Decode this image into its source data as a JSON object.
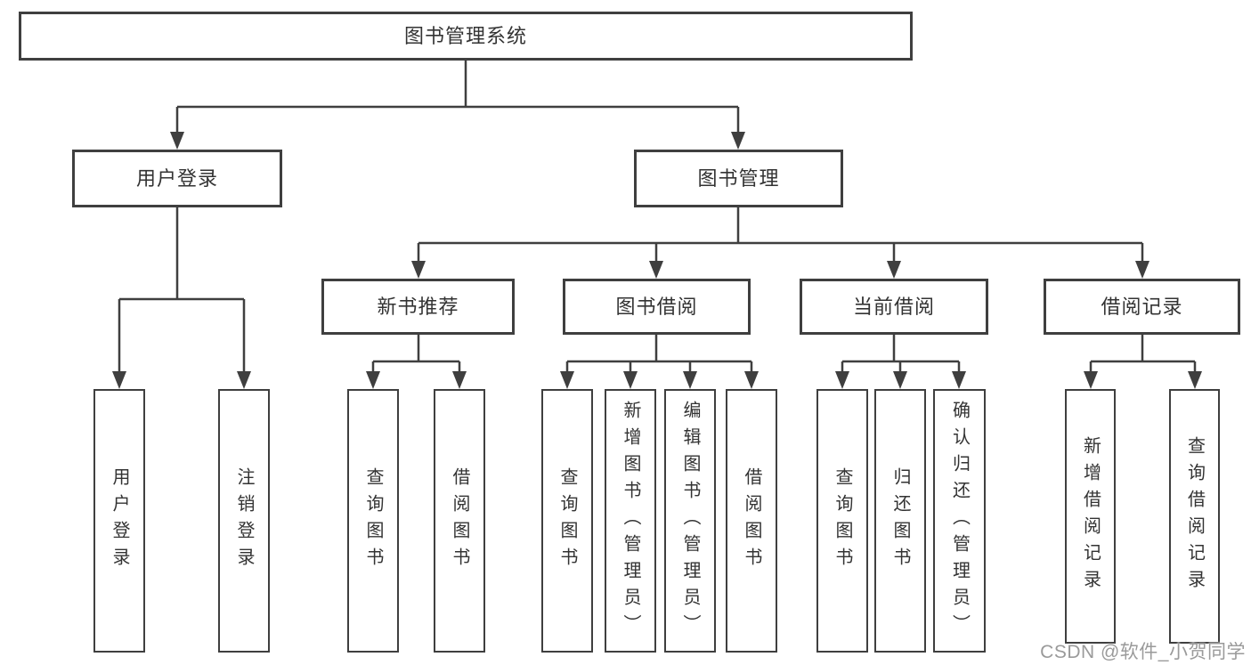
{
  "diagram": {
    "root": {
      "label": "图书管理系统"
    },
    "branches": [
      {
        "label": "用户登录",
        "children": [
          {
            "label": "用户登录"
          },
          {
            "label": "注销登录"
          }
        ]
      },
      {
        "label": "图书管理",
        "children": [
          {
            "label": "新书推荐",
            "children": [
              {
                "label": "查询图书"
              },
              {
                "label": "借阅图书"
              }
            ]
          },
          {
            "label": "图书借阅",
            "children": [
              {
                "label": "查询图书"
              },
              {
                "label": "新增图书（管理员）"
              },
              {
                "label": "编辑图书（管理员）"
              },
              {
                "label": "借阅图书"
              }
            ]
          },
          {
            "label": "当前借阅",
            "children": [
              {
                "label": "查询图书"
              },
              {
                "label": "归还图书"
              },
              {
                "label": "确认归还（管理员）"
              }
            ]
          },
          {
            "label": "借阅记录",
            "children": [
              {
                "label": "新增借阅记录"
              },
              {
                "label": "查询借阅记录"
              }
            ]
          }
        ]
      }
    ]
  },
  "watermark": {
    "text": "CSDN @软件_小贺同学"
  },
  "colors": {
    "line": "#3f3f3f",
    "box_border": "#3f3f3f",
    "box_background": "#ffffff",
    "text": "#333333",
    "watermark": "#9a9a9a",
    "page_background": "#ffffff"
  }
}
